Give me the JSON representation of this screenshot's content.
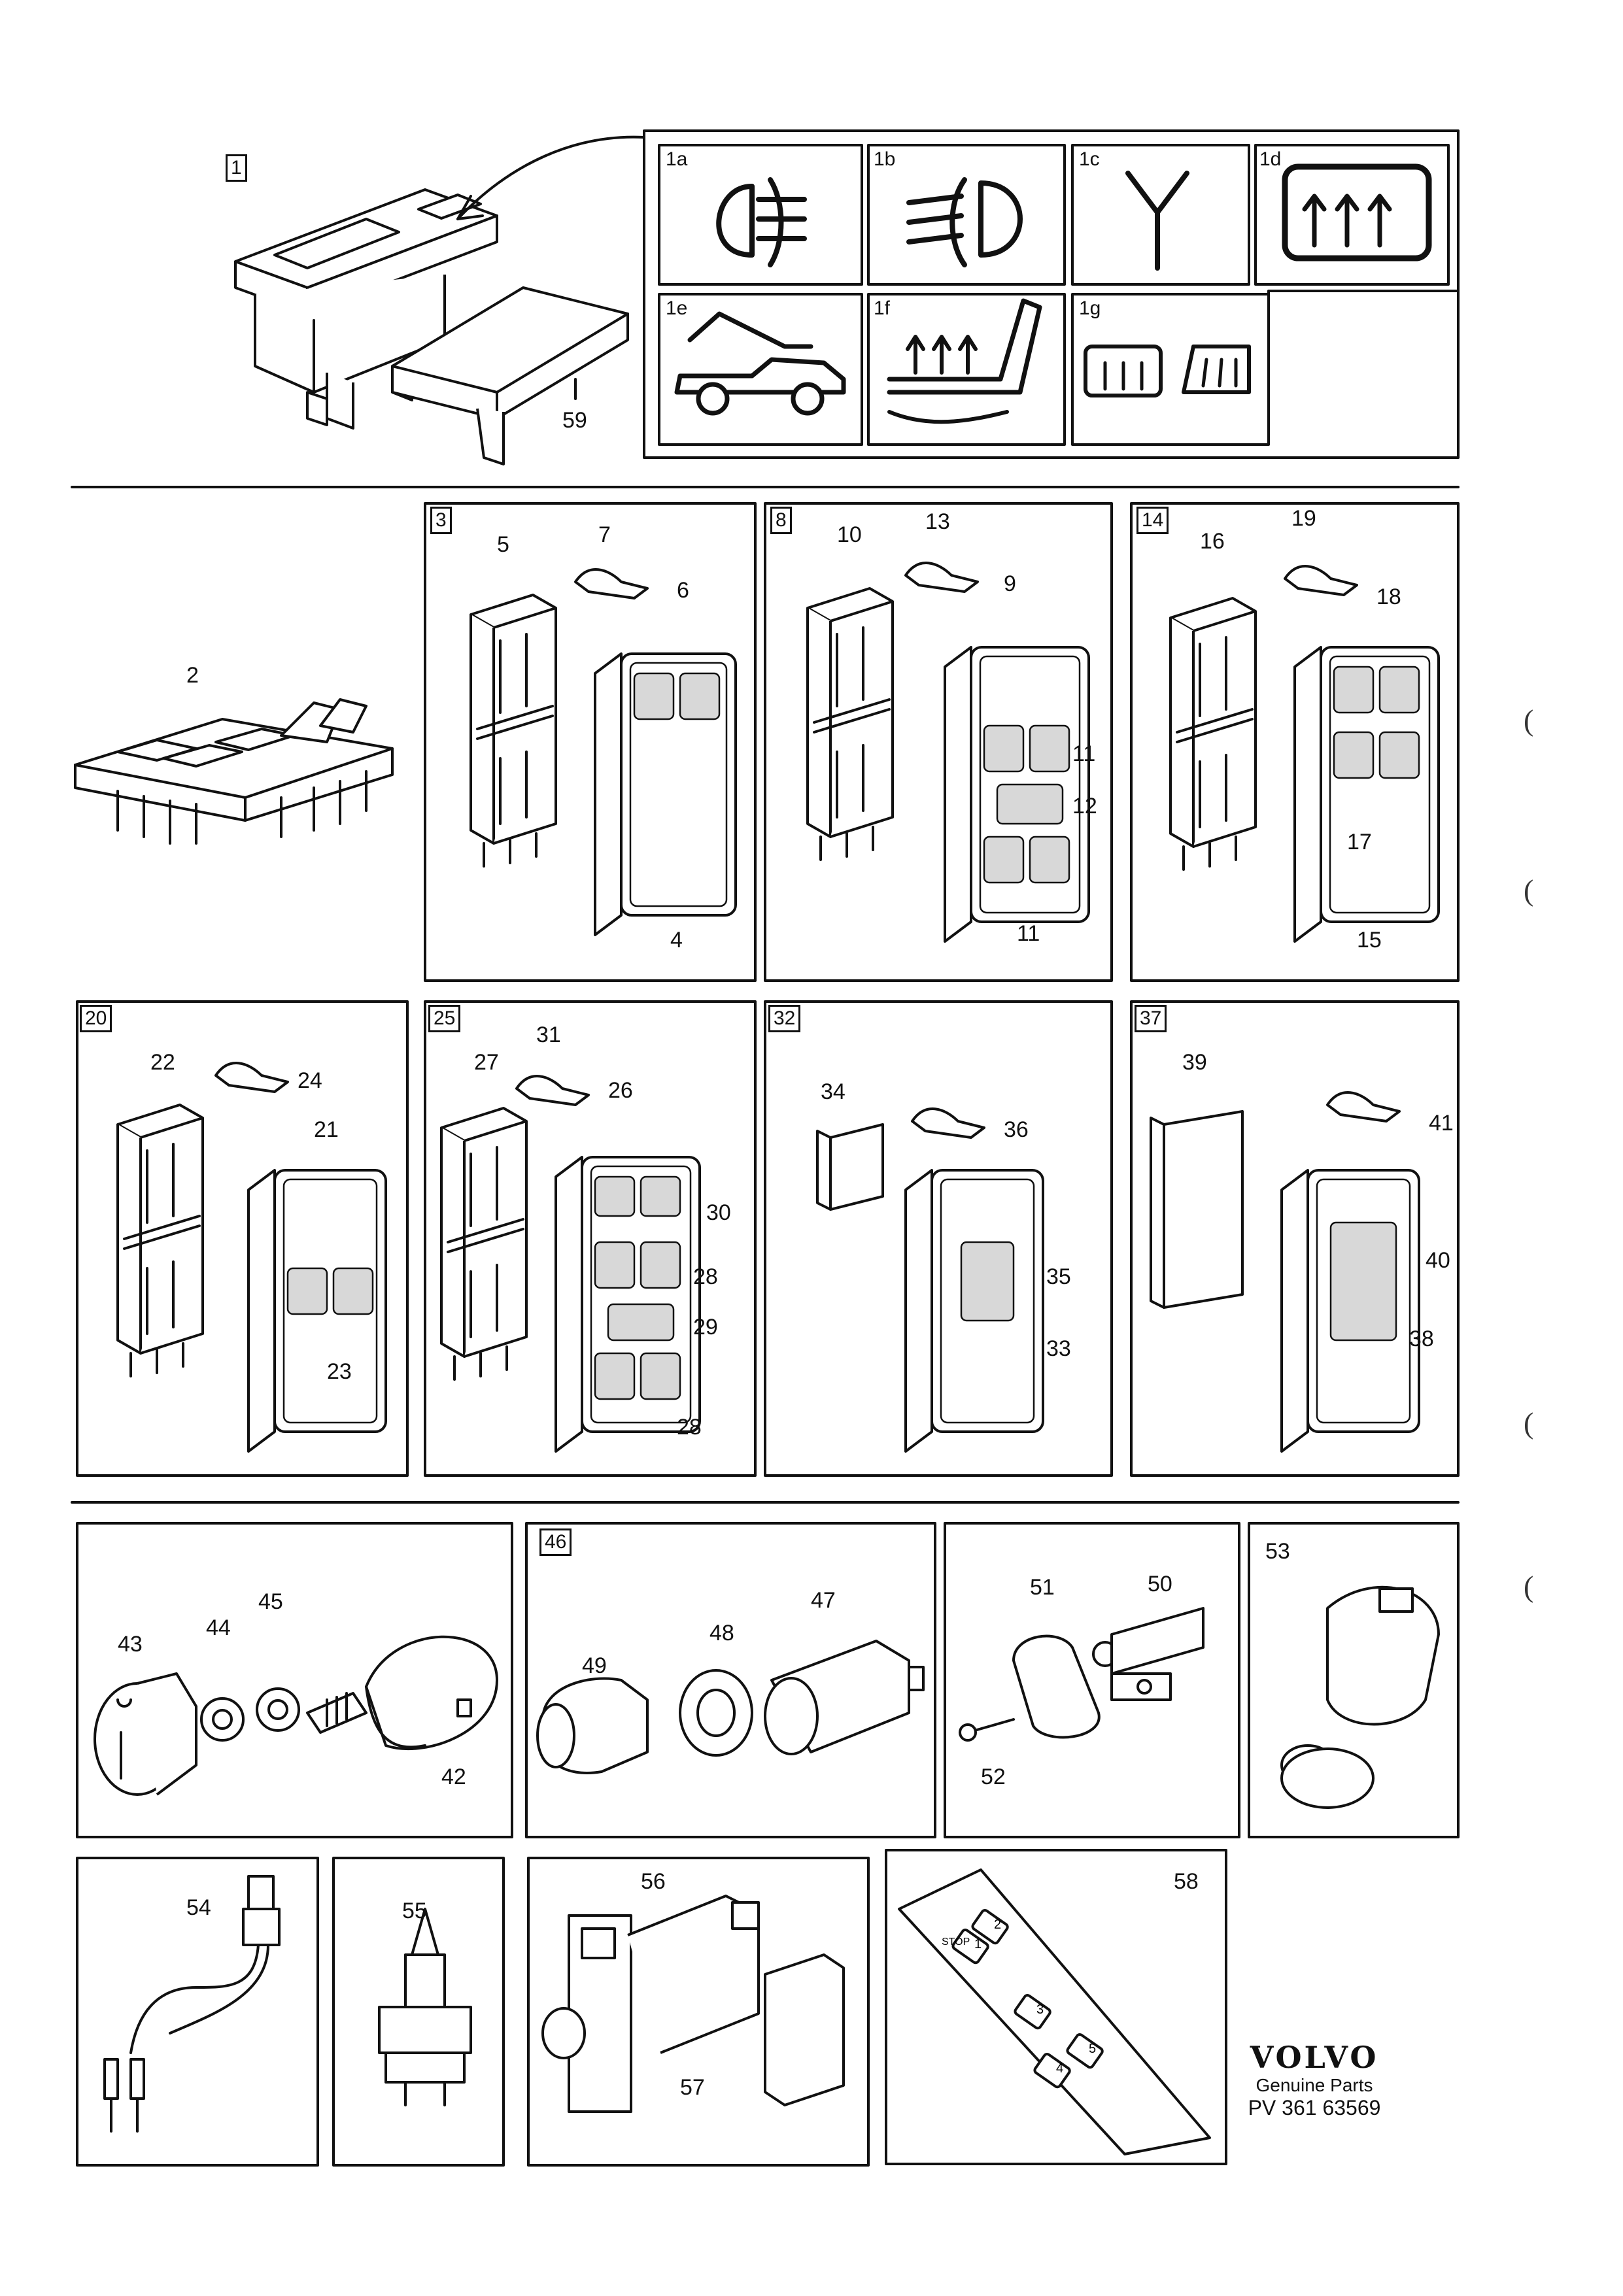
{
  "diagram": {
    "callouts": {
      "c1": "1",
      "c59": "59",
      "c2": "2",
      "c3": "3",
      "c4": "4",
      "c5": "5",
      "c6": "6",
      "c7": "7",
      "c8": "8",
      "c9": "9",
      "c10": "10",
      "c11a": "11",
      "c11b": "11",
      "c12": "12",
      "c13": "13",
      "c14": "14",
      "c15": "15",
      "c16": "16",
      "c17": "17",
      "c18": "18",
      "c19": "19",
      "c20": "20",
      "c21": "21",
      "c22": "22",
      "c23": "23",
      "c24": "24",
      "c25": "25",
      "c26": "26",
      "c27": "27",
      "c28a": "28",
      "c28b": "28",
      "c29": "29",
      "c30": "30",
      "c31": "31",
      "c32": "32",
      "c33": "33",
      "c34": "34",
      "c35": "35",
      "c36": "36",
      "c37": "37",
      "c38": "38",
      "c39": "39",
      "c40": "40",
      "c41": "41",
      "c42": "42",
      "c43": "43",
      "c44": "44",
      "c45": "45",
      "c46": "46",
      "c47": "47",
      "c48": "48",
      "c49": "49",
      "c50": "50",
      "c51": "51",
      "c52": "52",
      "c53": "53",
      "c54": "54",
      "c55": "55",
      "c56": "56",
      "c57": "57",
      "c58": "58"
    },
    "symbol_labels": {
      "s1a": "1a",
      "s1b": "1b",
      "s1c": "1c",
      "s1d": "1d",
      "s1e": "1e",
      "s1f": "1f",
      "s1g": "1g"
    },
    "panel_58_keys": [
      "1",
      "2",
      "3",
      "4",
      "5"
    ],
    "panel_58_label": "STOP"
  },
  "brand": {
    "name": "VOLVO",
    "subtitle": "Genuine Parts",
    "code": "PV 361 63569"
  },
  "icons": [
    "fog-light-rear-icon",
    "fog-light-front-icon",
    "antenna-icon",
    "rear-defrost-icon",
    "convertible-top-icon",
    "heated-seat-icon",
    "heated-mirror-icon"
  ]
}
